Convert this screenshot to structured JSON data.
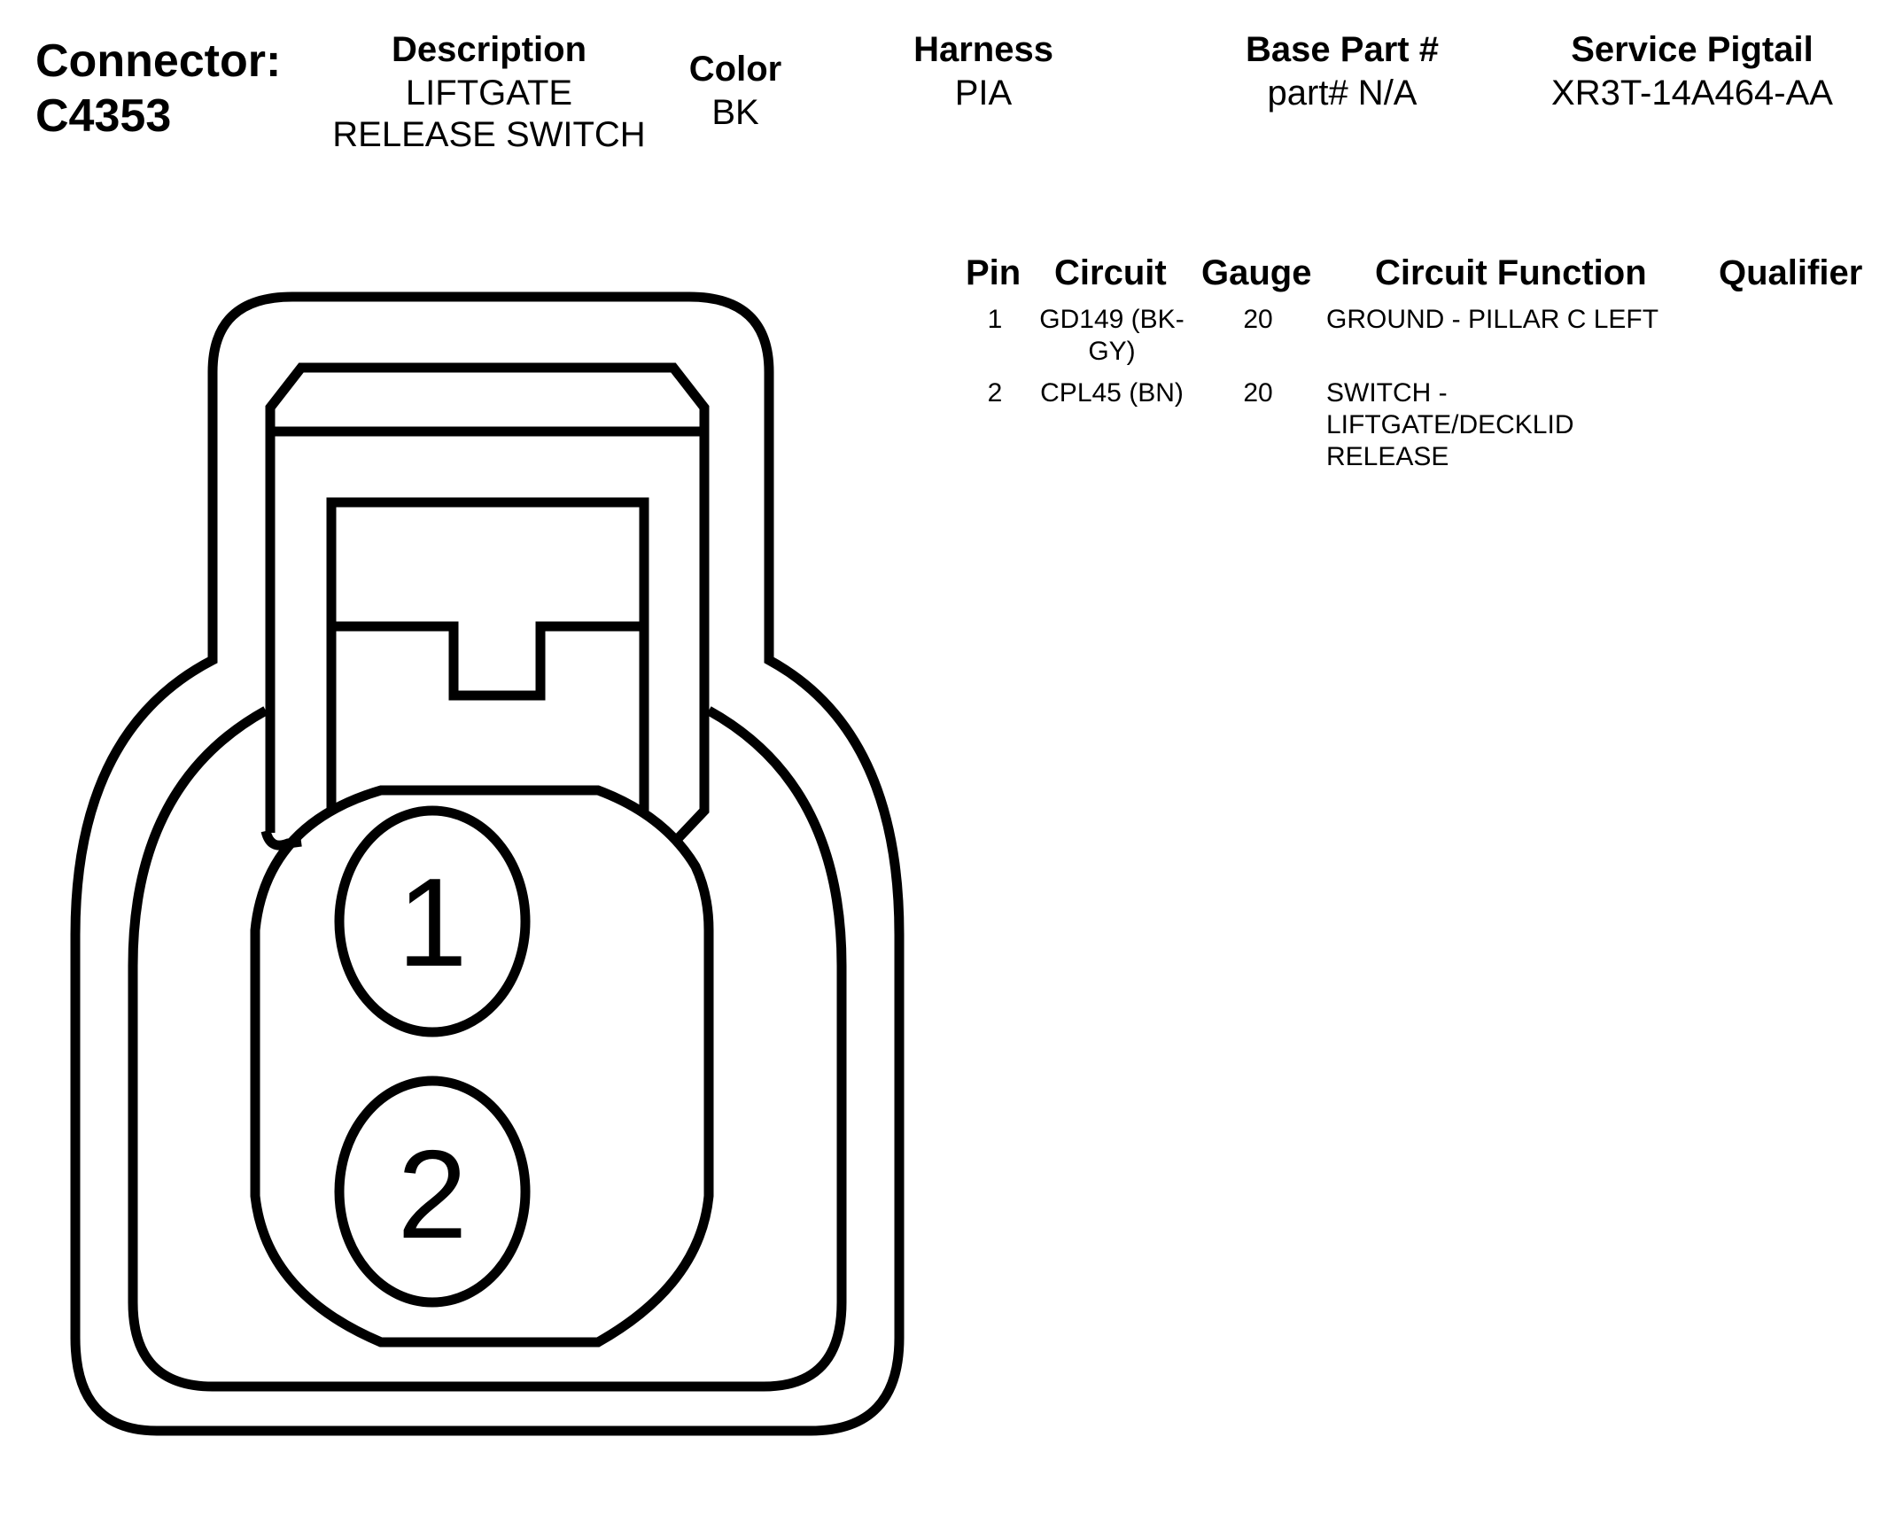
{
  "connector": {
    "label": "Connector:",
    "id": "C4353"
  },
  "header": {
    "description": {
      "label": "Description",
      "value_line1": "LIFTGATE",
      "value_line2": "RELEASE SWITCH"
    },
    "color": {
      "label": "Color",
      "value": "BK"
    },
    "harness": {
      "label": "Harness",
      "value": "PIA"
    },
    "base_part": {
      "label": "Base Part #",
      "value": "part# N/A"
    },
    "service_pigtail": {
      "label": "Service Pigtail",
      "value": "XR3T-14A464-AA"
    }
  },
  "table": {
    "headers": {
      "pin": "Pin",
      "circuit": "Circuit",
      "gauge": "Gauge",
      "function": "Circuit Function",
      "qualifier": "Qualifier"
    },
    "rows": [
      {
        "pin": "1",
        "circuit_line1": "GD149 (BK-",
        "circuit_line2": "GY)",
        "gauge": "20",
        "function_line1": "GROUND - PILLAR C LEFT",
        "function_line2": "",
        "function_line3": ""
      },
      {
        "pin": "2",
        "circuit_line1": "CPL45 (BN)",
        "circuit_line2": "",
        "gauge": "20",
        "function_line1": "SWITCH -",
        "function_line2": "LIFTGATE/DECKLID",
        "function_line3": "RELEASE"
      }
    ]
  },
  "diagram": {
    "pins": [
      "1",
      "2"
    ]
  }
}
